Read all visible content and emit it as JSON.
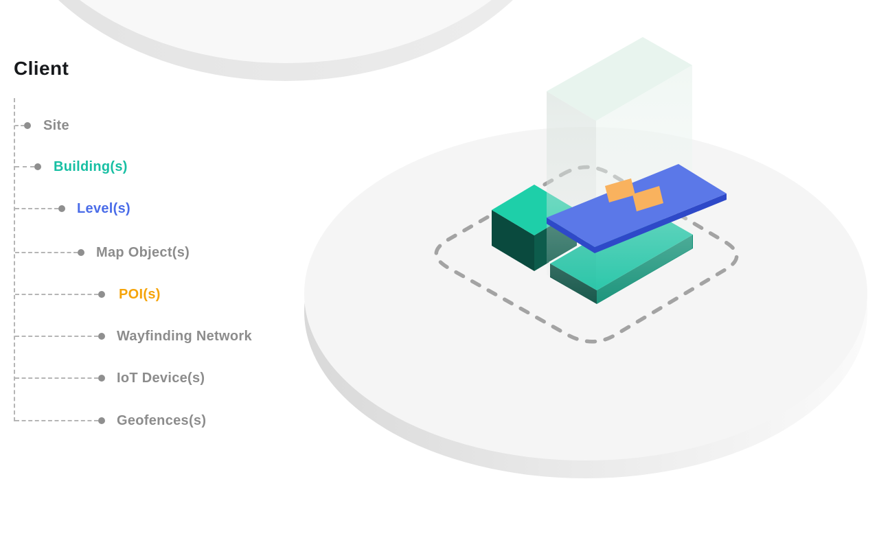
{
  "hierarchy": {
    "root_label": "Client",
    "items": [
      {
        "label": "Site",
        "color": "#8c8c8c",
        "level": 1
      },
      {
        "label": "Building(s)",
        "color": "#17bfa3",
        "level": 2
      },
      {
        "label": "Level(s)",
        "color": "#4a6ce8",
        "level": 3
      },
      {
        "label": "Map Object(s)",
        "color": "#8c8c8c",
        "level": 4
      },
      {
        "label": "POI(s)",
        "color": "#f5a40a",
        "level": 5
      },
      {
        "label": "Wayfinding Network",
        "color": "#8c8c8c",
        "level": 5
      },
      {
        "label": "IoT Device(s)",
        "color": "#8c8c8c",
        "level": 5
      },
      {
        "label": "Geofences(s)",
        "color": "#8c8c8c",
        "level": 5
      }
    ]
  },
  "illustration": {
    "palette": {
      "disc_top": "#f5f5f5",
      "disc_rim_dark": "#d9d9d9",
      "disc_rim_light": "#fafafa",
      "upper_disc_top": "#f8f8f8",
      "upper_disc_rim": "#e3e3e3",
      "geofence_dash": "#a3a3a3",
      "building_top": "#1ecfa9",
      "building_left": "#0a4a3e",
      "building_right": "#0d5c4c",
      "slab_top": "#16c2a2",
      "slab_left": "#0b4f42",
      "slab_right": "#0e8e74",
      "plate_top": "#5b78e8",
      "plate_side": "#2e49c8",
      "poi_fill": "#f9b25e",
      "poi_edge": "#eca448",
      "gap_line": "#ffffff"
    }
  }
}
